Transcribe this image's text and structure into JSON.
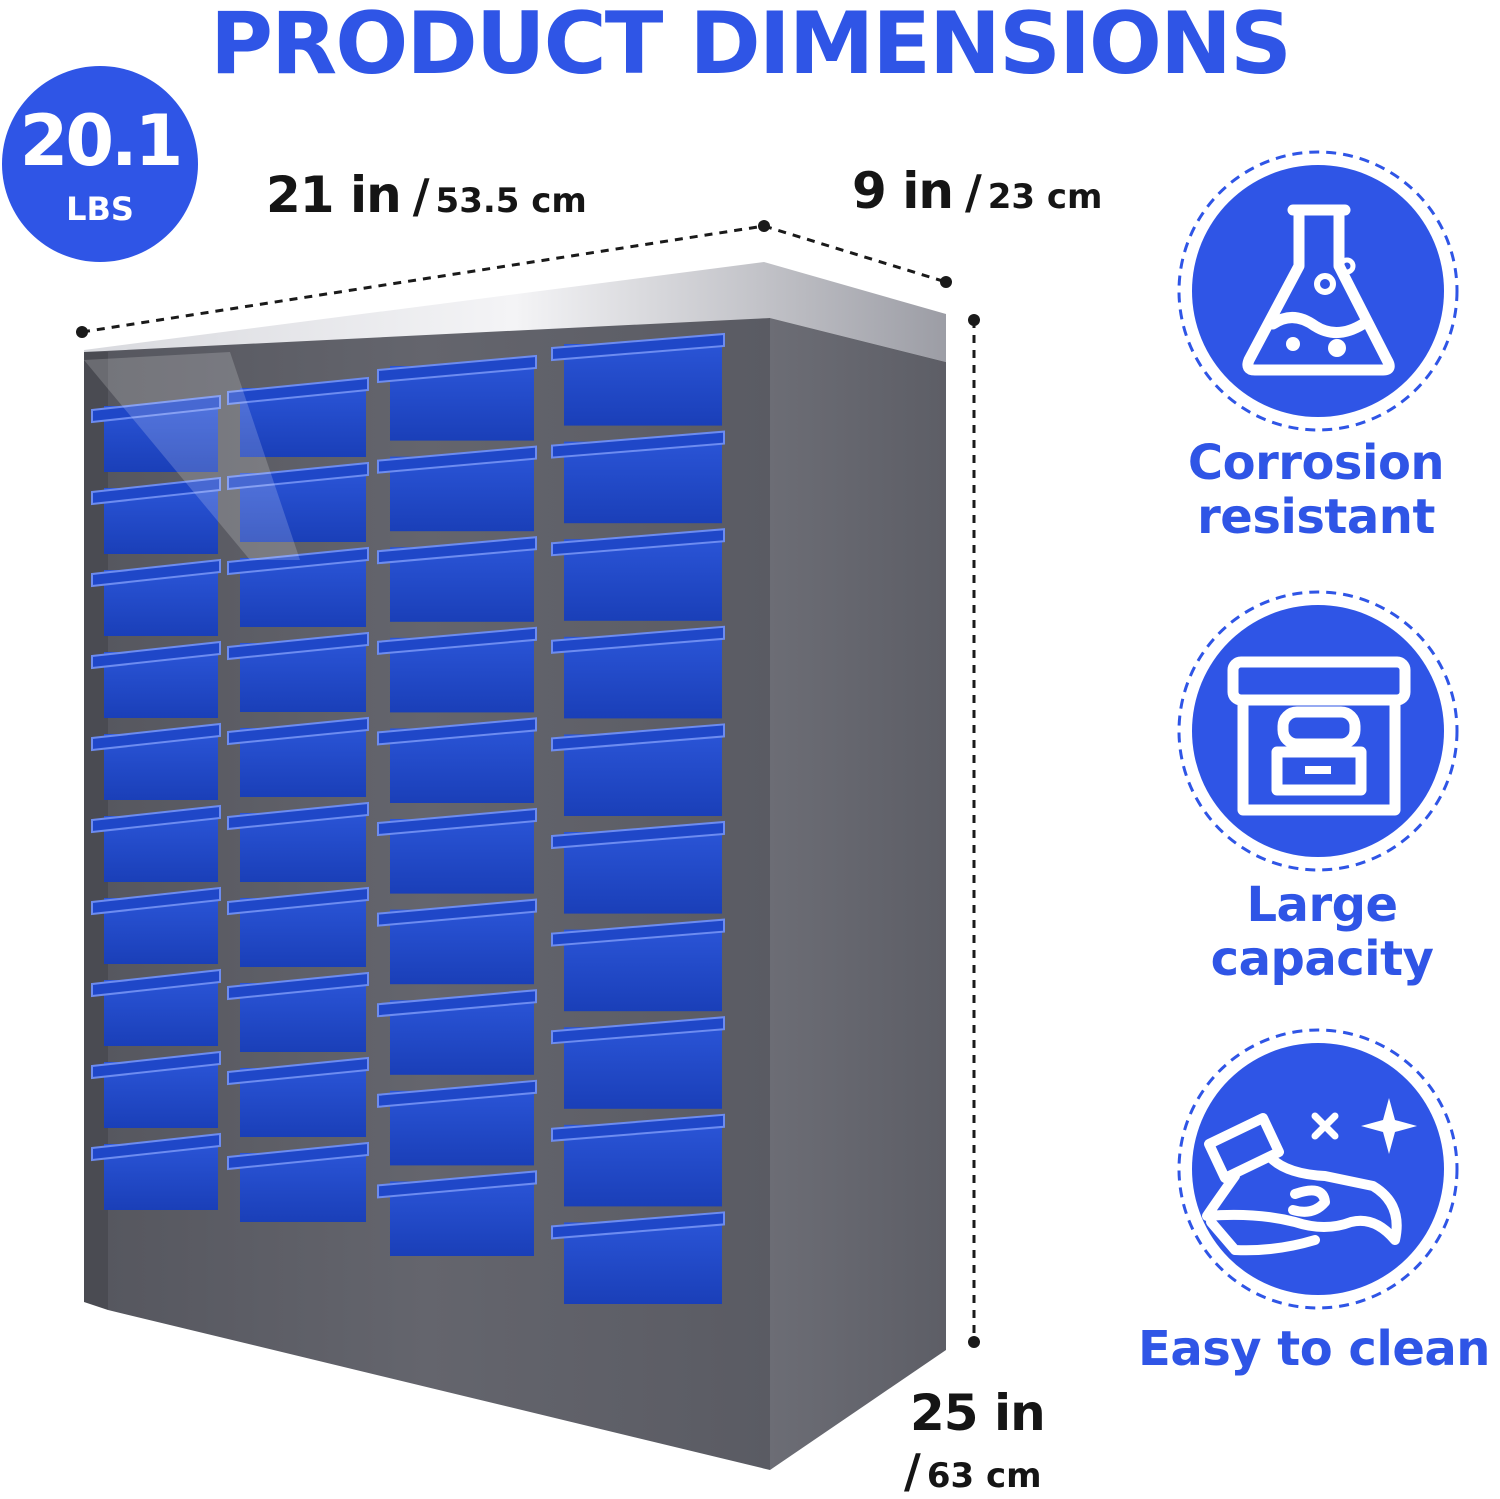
{
  "header": {
    "title": "PRODUCT DIMENSIONS"
  },
  "weight": {
    "value": "20.1",
    "unit": "LBS"
  },
  "dimensions": {
    "width": {
      "primary": "21 in",
      "separator": "/",
      "secondary": "53.5 cm"
    },
    "depth": {
      "primary": "9 in",
      "separator": "/",
      "secondary": "23 cm"
    },
    "height": {
      "primary": "25 in",
      "separator": "/",
      "secondary": "63 cm"
    }
  },
  "cabinet": {
    "colors": {
      "frame": "#5f6068",
      "drawer": "#1f47c8",
      "accent": "#2f55e6"
    },
    "drawer_columns": 4,
    "drawers_per_column": 10
  },
  "features": [
    {
      "icon": "flask-icon",
      "label_line1": "Corrosion",
      "label_line2": "resistant"
    },
    {
      "icon": "storage-box-icon",
      "label_line1": "Large",
      "label_line2": "capacity"
    },
    {
      "icon": "cleaning-hand-icon",
      "label_line1": "Easy to clean",
      "label_line2": ""
    }
  ]
}
